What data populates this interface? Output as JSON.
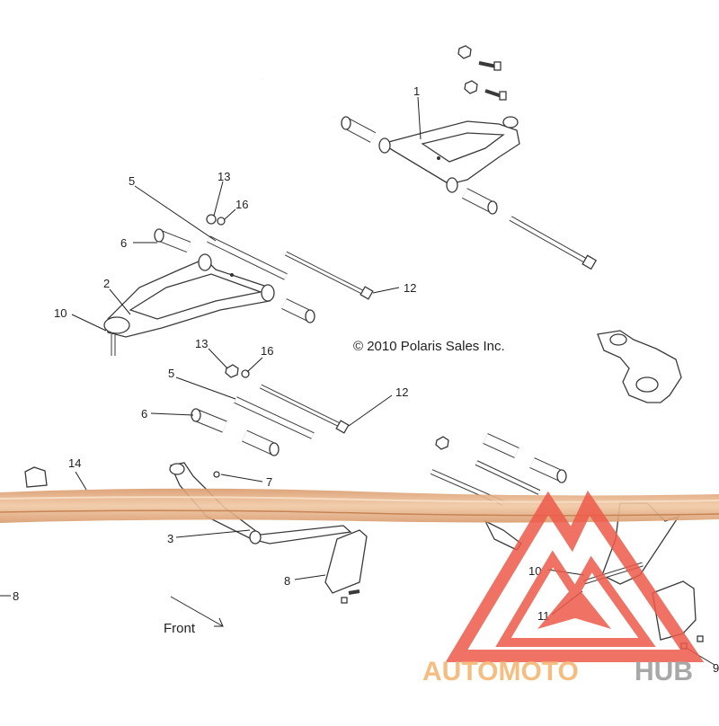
{
  "copyright": "© 2010 Polaris Sales Inc.",
  "front_label": "Front",
  "watermark": {
    "part1": "AUTOMOTO",
    "part2": "HUB",
    "color1": "#f5b26b",
    "color2": "#9a9a9a",
    "logo_color": "#ee5a4a"
  },
  "band_color": "#e0a878",
  "labels": {
    "l1": "1",
    "l2": "2",
    "l3": "3",
    "l5a": "5",
    "l5b": "5",
    "l6a": "6",
    "l6b": "6",
    "l7": "7",
    "l8a": "8",
    "l8b": "8",
    "l9": "9",
    "l10a": "10",
    "l10b": "10",
    "l11": "11",
    "l12a": "12",
    "l12b": "12",
    "l13a": "13",
    "l13b": "13",
    "l14": "14",
    "l16a": "16",
    "l16b": "16"
  }
}
